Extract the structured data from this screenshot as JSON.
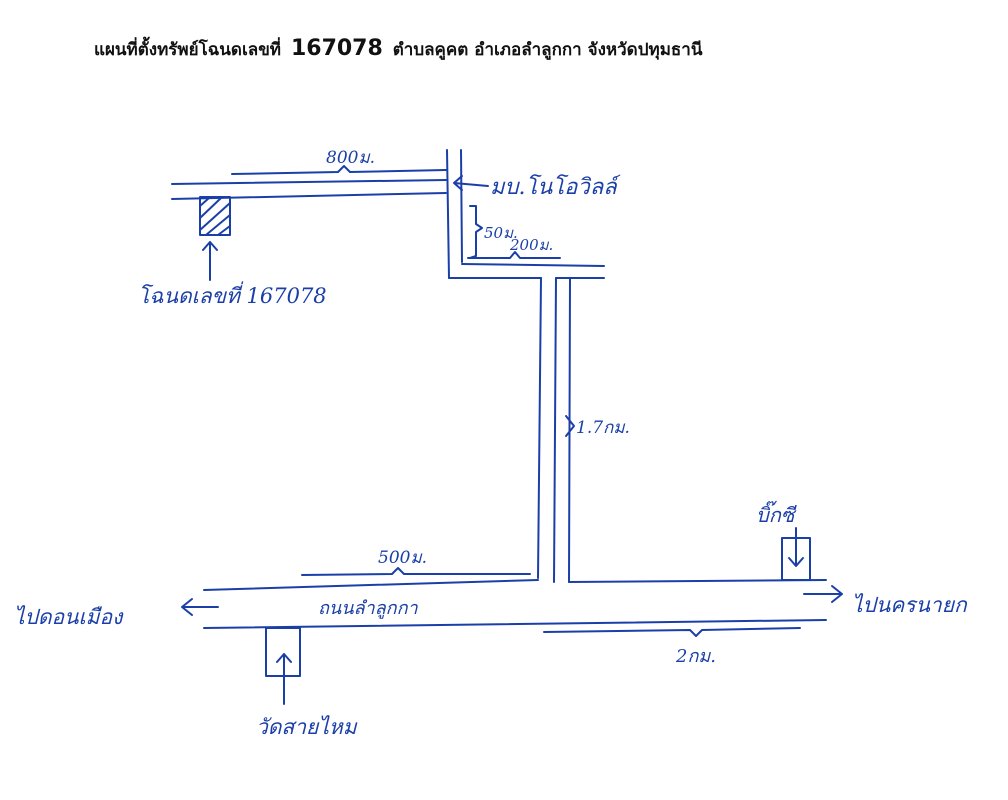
{
  "title": {
    "prefix": "แผนที่ตั้งทรัพย์โฉนดเลขที่",
    "deed_number": "167078",
    "suffix": "ตำบลคูคต อำเภอลำลูกกา จังหวัดปทุมธานี"
  },
  "labels": {
    "dist_800": "800ม.",
    "village": "มบ.โนโอวิลล์",
    "dist_50": "50ม.",
    "dist_200": "200ม.",
    "deed_label": "โฉนดเลขที่ 167078",
    "dist_1_7km": "1.7กม.",
    "big_c": "บิ๊กซี",
    "dist_500": "500ม.",
    "to_donmuang": "ไปดอนเมือง",
    "road_name": "ถนนลำลูกกา",
    "to_nakhonnayok": "ไปนครนายก",
    "dist_2km": "2กม.",
    "temple": "วัดสายไหม"
  },
  "colors": {
    "ink": "#1b3fa8",
    "title": "#111111"
  }
}
